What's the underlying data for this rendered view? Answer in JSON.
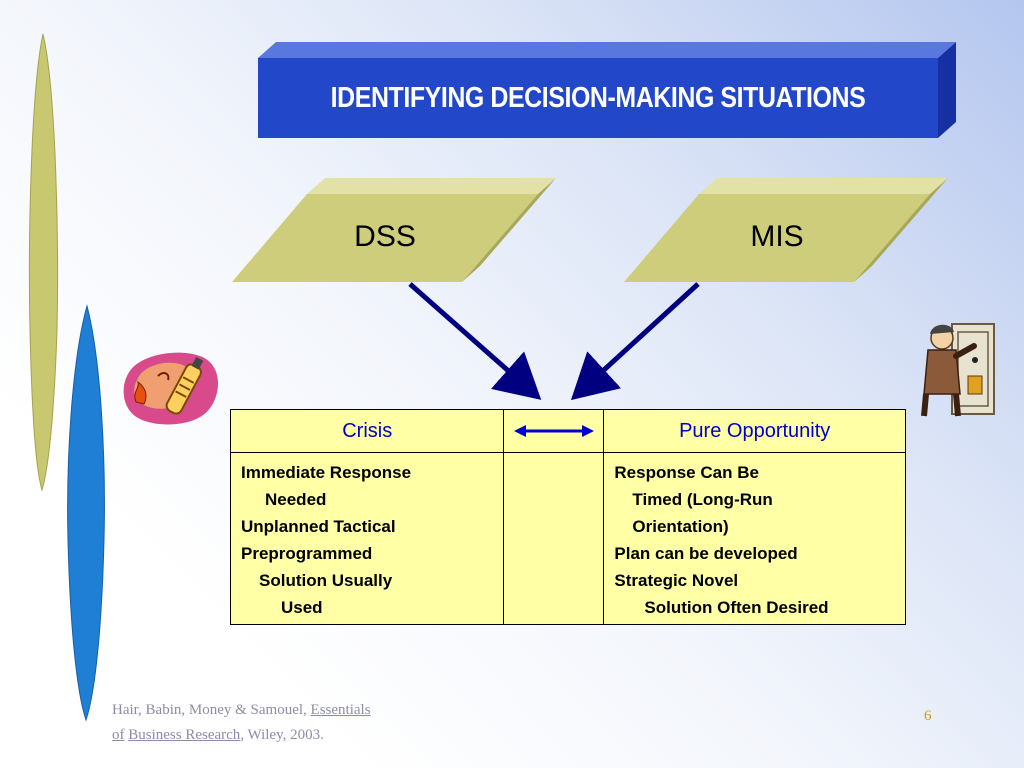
{
  "slide": {
    "title": "IDENTIFYING DECISION-MAKING SITUATIONS",
    "boxes": {
      "left": "DSS",
      "right": "MIS"
    },
    "table": {
      "headers": [
        "Crisis",
        "",
        "Pure Opportunity"
      ],
      "left_lines": [
        "Immediate Response",
        "Needed",
        "Unplanned Tactical",
        "Preprogrammed",
        "Solution Usually",
        "Used"
      ],
      "right_lines": [
        "Response Can Be",
        "Timed  (Long-Run",
        "Orientation)",
        "Plan can be developed",
        "Strategic Novel",
        "Solution Often Desired"
      ]
    },
    "citation": {
      "authors": "Hair, Babin, Money & Samouel, ",
      "book_part1": "Essentials",
      "of_word": "of",
      "book_part2": "Business Research",
      "suffix": ", Wiley, 2003."
    },
    "page_number": "6"
  },
  "colors": {
    "title_bar": "#2247c9",
    "parallelogram": "#cdcd7c",
    "table_bg": "#ffffa6",
    "arrow": "#000080",
    "header_text": "#0000cc"
  },
  "icons": [
    "fire-extinguisher-clipart",
    "worker-clipart",
    "double-arrow-icon"
  ]
}
